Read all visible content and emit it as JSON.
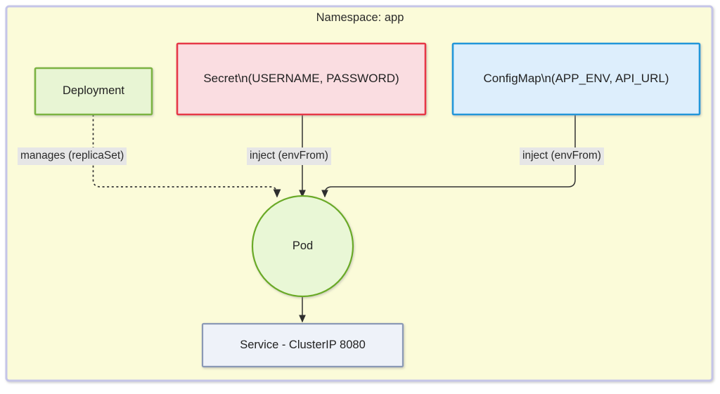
{
  "diagram": {
    "namespace_title": "Namespace: app",
    "container": {
      "border_color": "#c5c5e8",
      "fill_color": "#fbfbd9"
    },
    "nodes": [
      {
        "id": "deployment",
        "label": "Deployment",
        "shape": "rect",
        "border_color": "#7cb342",
        "fill_color": "#e8f5d4"
      },
      {
        "id": "secret",
        "label": "Secret\\n(USERNAME, PASSWORD)",
        "shape": "rect",
        "border_color": "#e63946",
        "fill_color": "#fadde1"
      },
      {
        "id": "configmap",
        "label": "ConfigMap\\n(APP_ENV, API_URL)",
        "shape": "rect",
        "border_color": "#2196d9",
        "fill_color": "#ddeefc"
      },
      {
        "id": "pod",
        "label": "Pod",
        "shape": "circle",
        "border_color": "#6aaa28",
        "fill_color": "#e9f7d6"
      },
      {
        "id": "service",
        "label": "Service - ClusterIP 8080",
        "shape": "rect",
        "border_color": "#8a99b5",
        "fill_color": "#eef2f9"
      }
    ],
    "edges": [
      {
        "id": "deployment-to-pod",
        "from": "deployment",
        "to": "pod",
        "label": "manages (replicaSet)",
        "style": "dotted",
        "color": "#333333"
      },
      {
        "id": "secret-to-pod",
        "from": "secret",
        "to": "pod",
        "label": "inject (envFrom)",
        "style": "solid",
        "color": "#333333"
      },
      {
        "id": "configmap-to-pod",
        "from": "configmap",
        "to": "pod",
        "label": "inject (envFrom)",
        "style": "solid",
        "color": "#333333"
      },
      {
        "id": "pod-to-service",
        "from": "pod",
        "to": "service",
        "label": "",
        "style": "solid",
        "color": "#333333"
      }
    ]
  }
}
